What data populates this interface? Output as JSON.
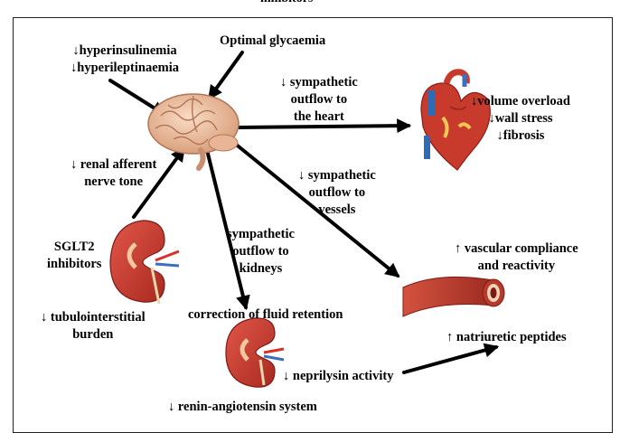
{
  "top_cutoff": "inhibitors",
  "labels": {
    "hyper": [
      "↓hyperinsulinemia",
      "↓hyperileptinaemia"
    ],
    "glycaemia": "Optimal glycaemia",
    "heart_outflow": [
      "↓ sympathetic",
      "outflow to",
      "the heart"
    ],
    "heart_effects": [
      "↓volume overload",
      "↓wall stress",
      "↓fibrosis"
    ],
    "renal": [
      "↓ renal afferent",
      "nerve tone"
    ],
    "vessel_outflow": [
      "↓ sympathetic",
      "outflow to",
      "vessels"
    ],
    "sglt2": [
      "SGLT2",
      "inhibitors"
    ],
    "kidney_outflow": [
      "sympathetic",
      "outflow to",
      "kidneys"
    ],
    "vascular": [
      "↑ vascular compliance",
      "and reactivity"
    ],
    "tubulo": [
      "↓ tubulointerstitial",
      "burden"
    ],
    "fluid": "correction of fluid retention",
    "natri": "↑ natriuretic peptides",
    "neprilysin": "↓ neprilysin activity",
    "raas": "↓ renin-angiotensin system"
  },
  "icons": {
    "brain": "brain-icon",
    "heart": "heart-icon",
    "kidney": "kidney-icon",
    "vessel": "blood-vessel-icon"
  }
}
